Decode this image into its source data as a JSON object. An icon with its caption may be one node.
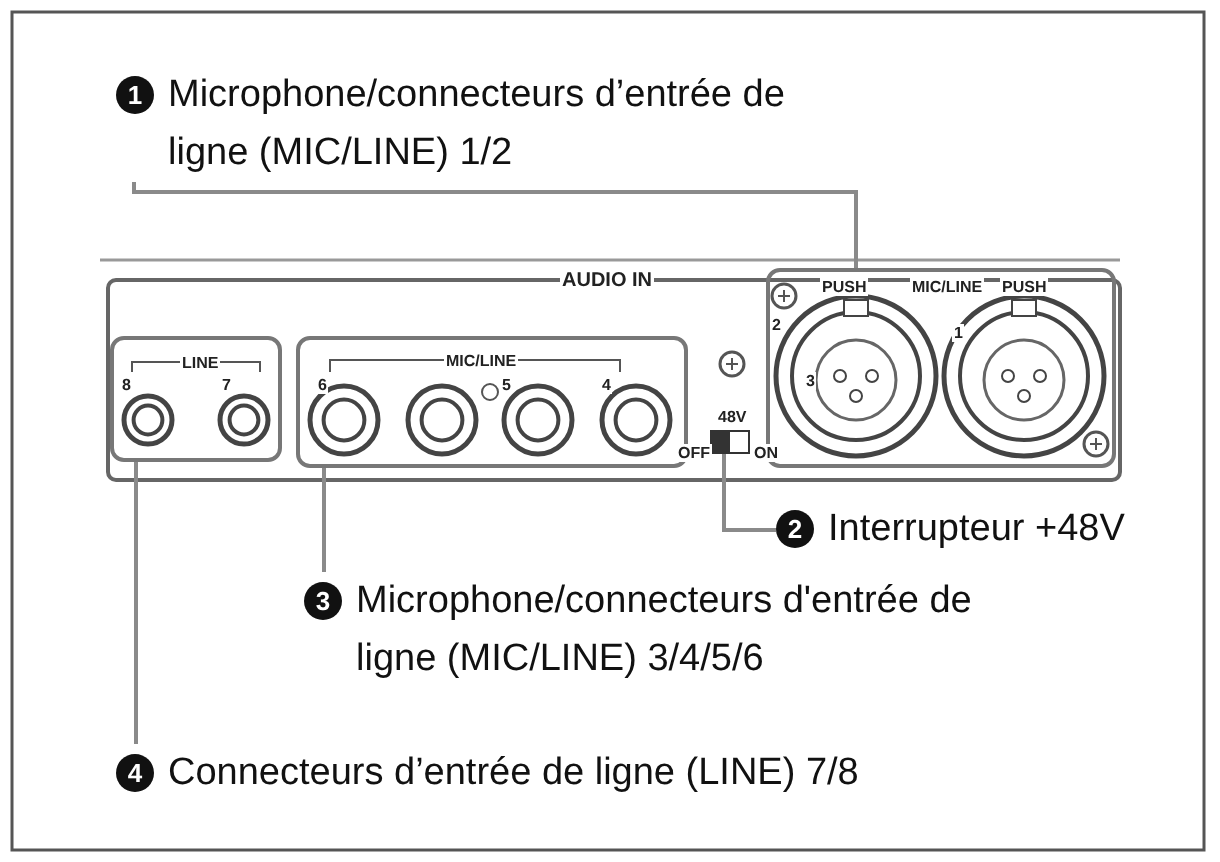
{
  "diagram": {
    "nodes": [
      {
        "text": [
          "1",
          "Microphone/connecteurs d’entrée de ligne (MIC/LINE) 1/2"
        ]
      },
      {
        "text": [
          "2",
          "Interrupteur +48V"
        ]
      },
      {
        "text": [
          "3",
          "Microphone/connecteurs d'entrée de ligne (MIC/LINE) 3/4/5/6"
        ]
      },
      {
        "text": [
          "4",
          "Connecteurs d’entrée de ligne (LINE) 7/8"
        ]
      },
      {
        "text": [],
        "shape": "box"
      },
      {
        "text": [],
        "shape": "box"
      },
      {
        "text": [],
        "shape": "box"
      },
      {
        "text": [],
        "shape": "box"
      }
    ],
    "edges": [
      {
        "from": 0,
        "to": 7,
        "arrow": "none"
      },
      {
        "from": 1,
        "to": 6,
        "arrow": "none"
      },
      {
        "from": 2,
        "to": 5,
        "arrow": "none"
      },
      {
        "from": 3,
        "to": 4,
        "arrow": "none"
      }
    ],
    "labels": [
      "AUDIO IN",
      "PUSH",
      "MIC/LINE",
      "PUSH",
      "2",
      "1",
      "3",
      "LINE",
      "8",
      "7",
      "MIC/LINE",
      "6",
      "5",
      "4",
      "48V",
      "OFF",
      "ON"
    ]
  }
}
